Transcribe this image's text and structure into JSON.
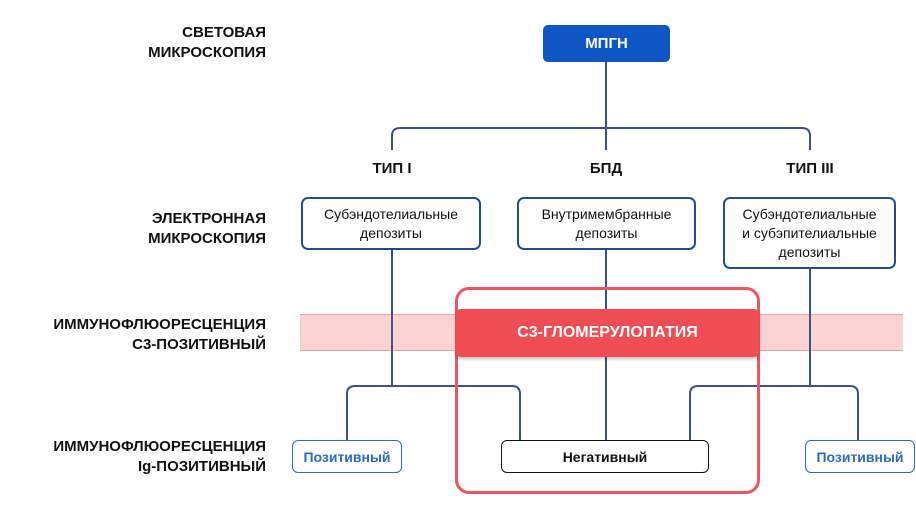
{
  "row_labels": {
    "light_microscopy": "СВЕТОВАЯ\nМИКРОСКОПИЯ",
    "electron_microscopy": "ЭЛЕКТРОННАЯ\nМИКРОСКОПИЯ",
    "if_c3": "ИММУНОФЛЮОРЕСЦЕНЦИЯ\nС3-ПОЗИТИВНЫЙ",
    "if_ig": "ИММУНОФЛЮОРЕСЦЕНЦИЯ\nIg-ПОЗИТИВНЫЙ"
  },
  "root": "МПГН",
  "types": {
    "type1": "ТИП I",
    "bpd": "БПД",
    "type3": "ТИП III"
  },
  "deposits": {
    "type1": "Субэндотелиальные\nдепозиты",
    "bpd": "Внутримембранные\nдепозиты",
    "type3": "Субэндотелиальные\nи субэпителиальные\nдепозиты"
  },
  "c3_glomerulopathy": "С3-ГЛОМЕРУЛОПАТИЯ",
  "results": {
    "positive_left": "Позитивный",
    "negative": "Негативный",
    "positive_right": "Позитивный"
  },
  "colors": {
    "root_fill": "#0f56c4",
    "connector": "#3d4f8f",
    "c3_accent": "#ef4d53",
    "band_fill": "#f9d3d3",
    "positive_text": "#2a6ac9"
  }
}
